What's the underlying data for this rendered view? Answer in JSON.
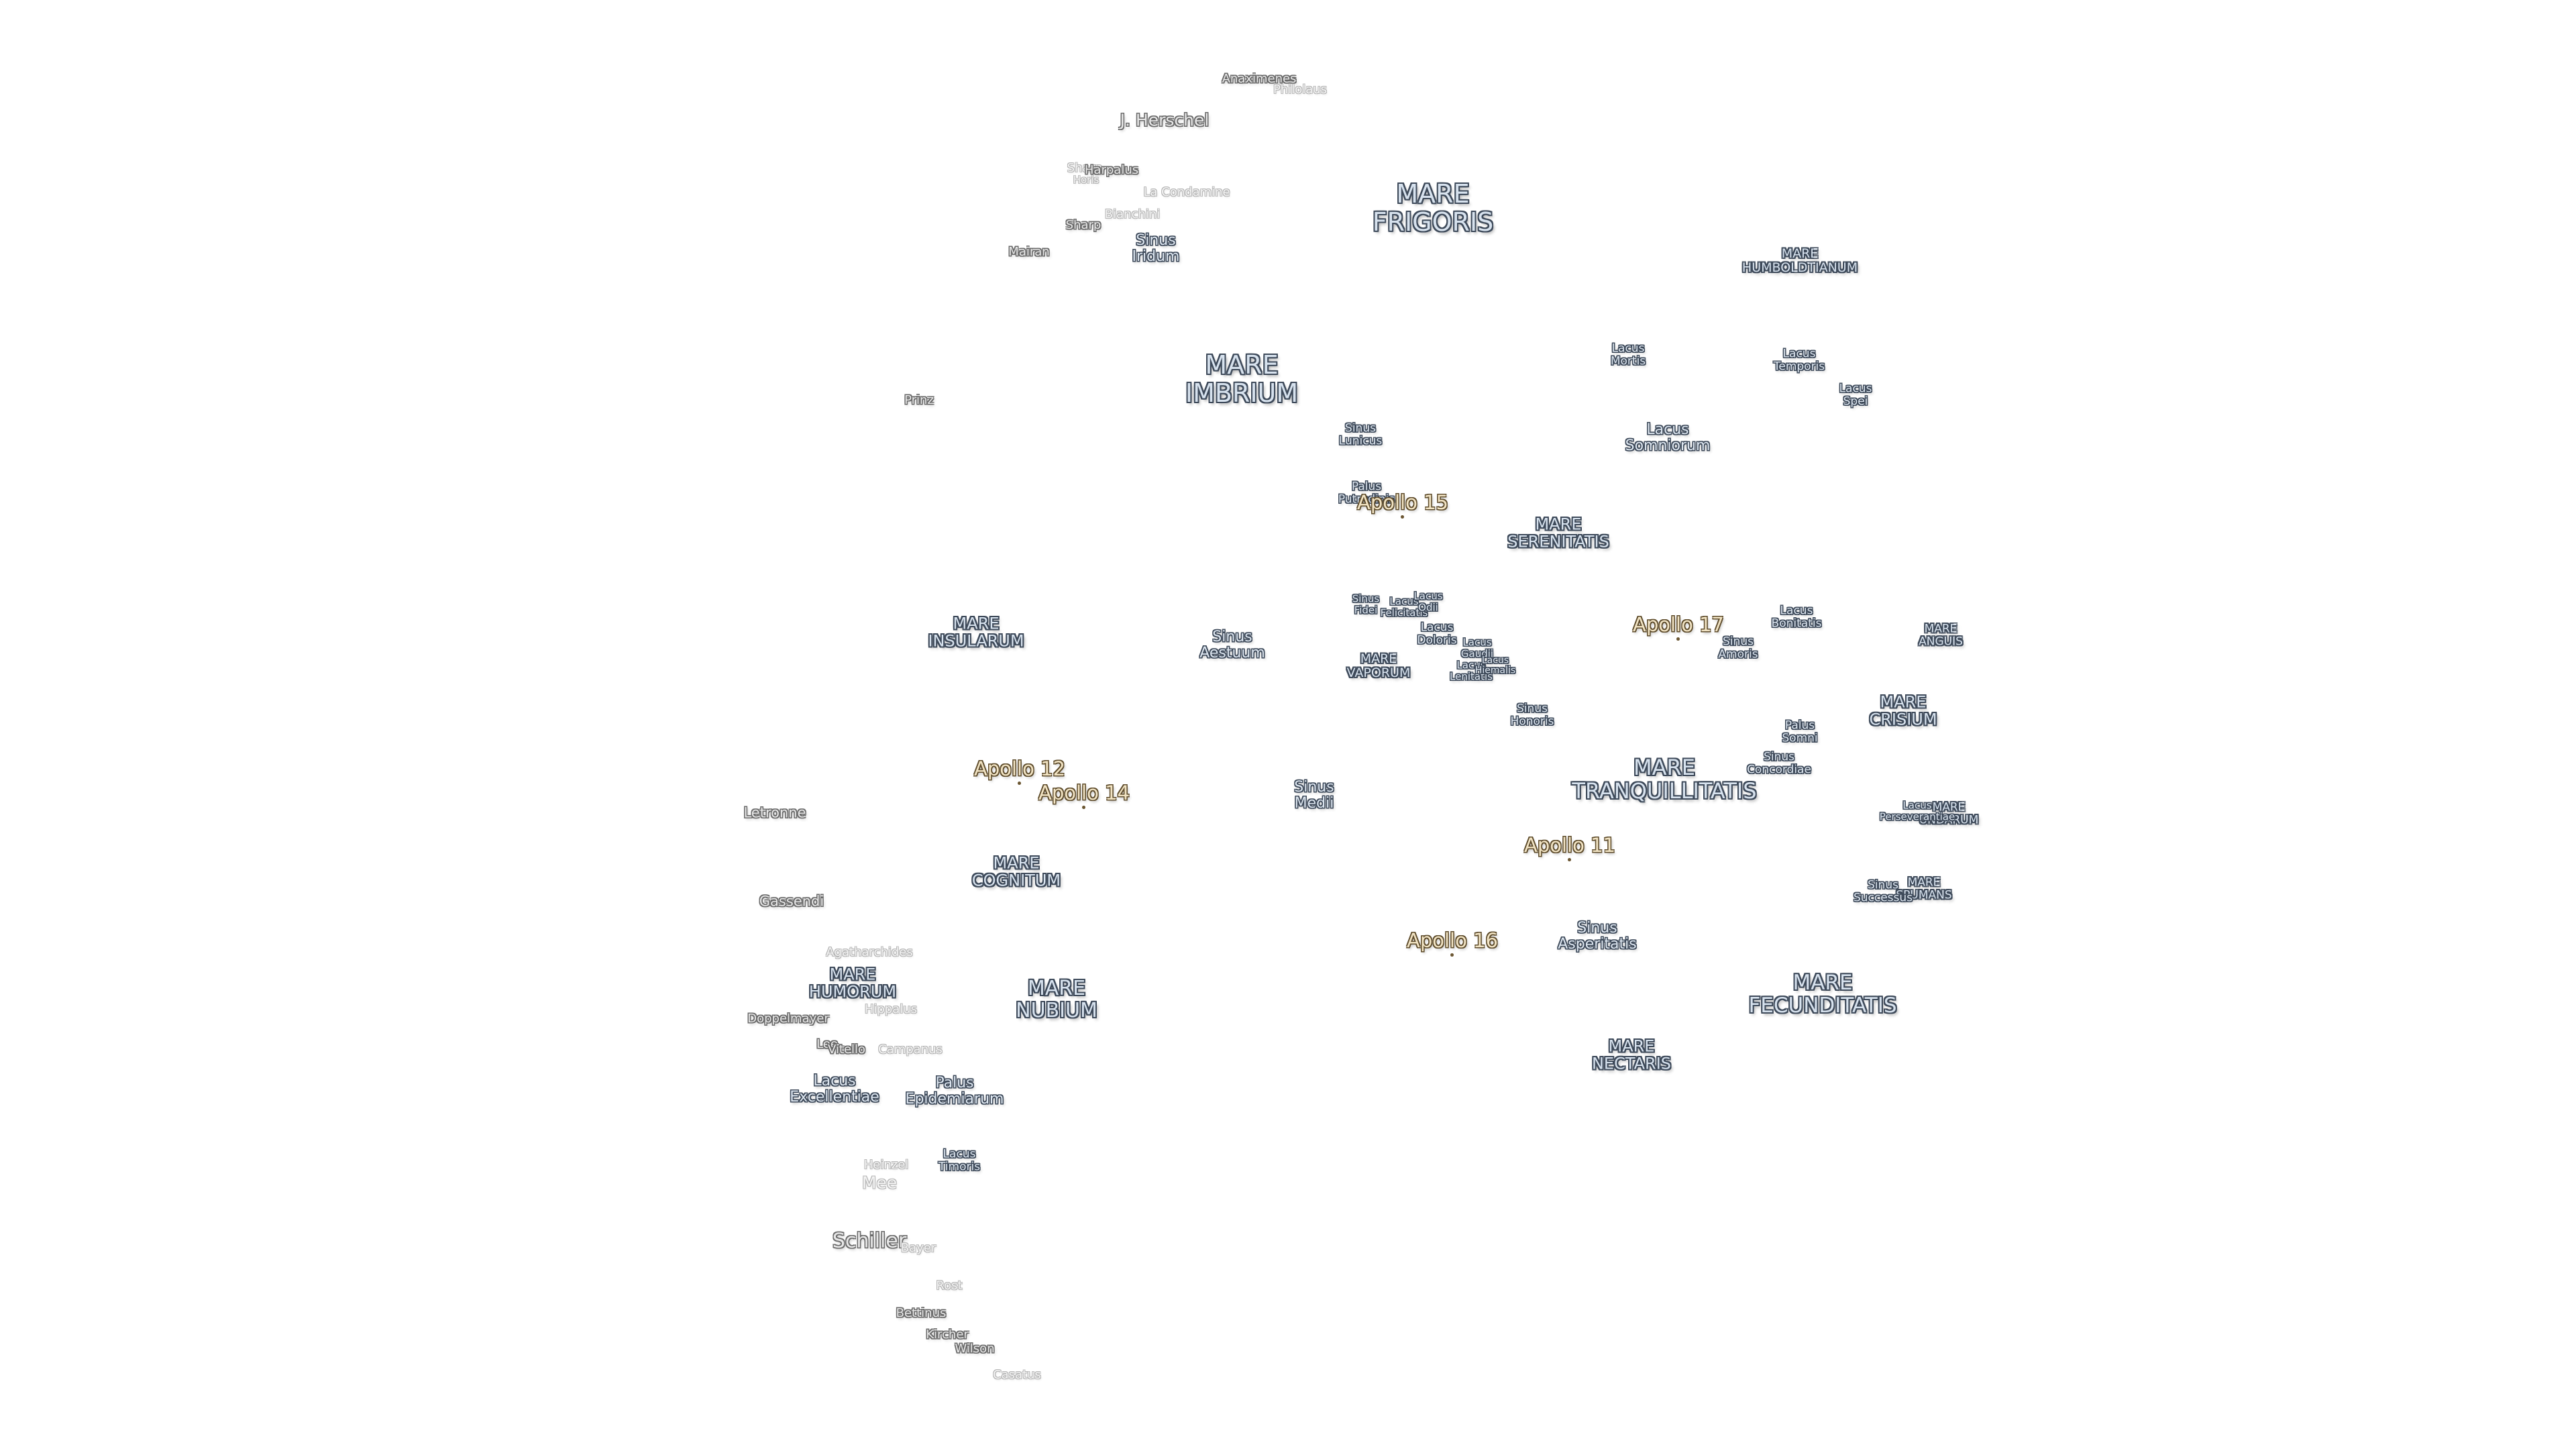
{
  "map": {
    "maria": [
      {
        "key": "frigoris",
        "lines": [
          "MARE",
          "FRIGORIS"
        ]
      },
      {
        "key": "imbrium",
        "lines": [
          "MARE",
          "IMBRIUM"
        ]
      },
      {
        "key": "serenitatis",
        "lines": [
          "MARE",
          "SERENITATIS"
        ]
      },
      {
        "key": "insularum",
        "lines": [
          "MARE",
          "INSULARUM"
        ]
      },
      {
        "key": "vaporum",
        "lines": [
          "MARE",
          "VAPORUM"
        ]
      },
      {
        "key": "tranquillitatis",
        "lines": [
          "MARE",
          "TRANQUILLITATIS"
        ]
      },
      {
        "key": "crisium",
        "lines": [
          "MARE",
          "CRISIUM"
        ]
      },
      {
        "key": "cognitum",
        "lines": [
          "MARE",
          "COGNITUM"
        ]
      },
      {
        "key": "nubium",
        "lines": [
          "MARE",
          "NUBIUM"
        ]
      },
      {
        "key": "humorum",
        "lines": [
          "MARE",
          "HUMORUM"
        ]
      },
      {
        "key": "fecunditatis",
        "lines": [
          "MARE",
          "FECUNDITATIS"
        ]
      },
      {
        "key": "nectaris",
        "lines": [
          "MARE",
          "NECTARIS"
        ]
      },
      {
        "key": "humboldtianum",
        "lines": [
          "MARE",
          "HUMBOLDTIANUM"
        ]
      },
      {
        "key": "anguis",
        "lines": [
          "MARE",
          "ANGUIS"
        ]
      },
      {
        "key": "undarum",
        "lines": [
          "MARE",
          "UNDARUM"
        ]
      },
      {
        "key": "spumans",
        "lines": [
          "MARE",
          "SPUMANS"
        ]
      }
    ],
    "features": [
      {
        "key": "sinus-iridum",
        "lines": [
          "Sinus",
          "Iridum"
        ]
      },
      {
        "key": "lacus-mortis",
        "lines": [
          "Lacus",
          "Mortis"
        ]
      },
      {
        "key": "lacus-temporis",
        "lines": [
          "Lacus",
          "Temporis"
        ]
      },
      {
        "key": "lacus-spei",
        "lines": [
          "Lacus",
          "Spei"
        ]
      },
      {
        "key": "sinus-lunicus",
        "lines": [
          "Sinus",
          "Lunicus"
        ]
      },
      {
        "key": "lacus-somniorum",
        "lines": [
          "Lacus",
          "Somniorum"
        ]
      },
      {
        "key": "palus-putredinis",
        "lines": [
          "Palus",
          "Putredinis"
        ]
      },
      {
        "key": "sinus-fidei",
        "lines": [
          "Sinus",
          "Fidei"
        ]
      },
      {
        "key": "lacus-felicitatis",
        "lines": [
          "Lacus",
          "Felicitatis"
        ]
      },
      {
        "key": "lacus-odii",
        "lines": [
          "Lacus",
          "Odii"
        ]
      },
      {
        "key": "lacus-doloris",
        "lines": [
          "Lacus",
          "Doloris"
        ]
      },
      {
        "key": "lacus-gaudii",
        "lines": [
          "Lacus",
          "Gaudii"
        ]
      },
      {
        "key": "lacus-lenitatis",
        "lines": [
          "Lacus",
          "Lenitatis"
        ]
      },
      {
        "key": "lacus-hiemalis",
        "lines": [
          "Lacus",
          "Hiemalis"
        ]
      },
      {
        "key": "sinus-aestuum",
        "lines": [
          "Sinus",
          "Aestuum"
        ]
      },
      {
        "key": "lacus-bonitatis",
        "lines": [
          "Lacus",
          "Bonitatis"
        ]
      },
      {
        "key": "sinus-amoris",
        "lines": [
          "Sinus",
          "Amoris"
        ]
      },
      {
        "key": "sinus-honoris",
        "lines": [
          "Sinus",
          "Honoris"
        ]
      },
      {
        "key": "palus-somni",
        "lines": [
          "Palus",
          "Somni"
        ]
      },
      {
        "key": "sinus-concordiae",
        "lines": [
          "Sinus",
          "Concordiae"
        ]
      },
      {
        "key": "sinus-medii",
        "lines": [
          "Sinus",
          "Medii"
        ]
      },
      {
        "key": "lacus-perseverantiae",
        "lines": [
          "Lacus",
          "Perseverantiae"
        ]
      },
      {
        "key": "sinus-successus",
        "lines": [
          "Sinus",
          "Successus"
        ]
      },
      {
        "key": "sinus-asperitatis",
        "lines": [
          "Sinus",
          "Asperitatis"
        ]
      },
      {
        "key": "lacus-excellentiae",
        "lines": [
          "Lacus",
          "Excellentiae"
        ]
      },
      {
        "key": "palus-epidemiarum",
        "lines": [
          "Palus",
          "Epidemiarum"
        ]
      },
      {
        "key": "lacus-timoris",
        "lines": [
          "Lacus",
          "Timoris"
        ]
      }
    ],
    "craters": [
      {
        "key": "anaximenes",
        "name": "Anaximenes"
      },
      {
        "key": "philolaus",
        "name": "Philolaus"
      },
      {
        "key": "j-herschel",
        "name": "J. Herschel"
      },
      {
        "key": "sharp-1",
        "name": "Sharp"
      },
      {
        "key": "harpalus",
        "name": "Harpalus"
      },
      {
        "key": "horis",
        "name": "Horis"
      },
      {
        "key": "la-condamine",
        "name": "La Condamine"
      },
      {
        "key": "bianchini",
        "name": "Bianchini"
      },
      {
        "key": "sharp-2",
        "name": "Sharp"
      },
      {
        "key": "mairan",
        "name": "Mairan"
      },
      {
        "key": "prinz",
        "name": "Prinz"
      },
      {
        "key": "letronne",
        "name": "Letronne"
      },
      {
        "key": "gassendi",
        "name": "Gassendi"
      },
      {
        "key": "agatharchides",
        "name": "Agatharchides"
      },
      {
        "key": "hippalus",
        "name": "Hippalus"
      },
      {
        "key": "doppelmayer",
        "name": "Doppelmayer"
      },
      {
        "key": "lee",
        "name": "Lee"
      },
      {
        "key": "vitello",
        "name": "Vitello"
      },
      {
        "key": "campanus",
        "name": "Campanus"
      },
      {
        "key": "heinzel",
        "name": "Heinzel"
      },
      {
        "key": "mee",
        "name": "Mee"
      },
      {
        "key": "schiller",
        "name": "Schiller"
      },
      {
        "key": "bayer",
        "name": "Bayer"
      },
      {
        "key": "rost",
        "name": "Rost"
      },
      {
        "key": "bettinus",
        "name": "Bettinus"
      },
      {
        "key": "kircher",
        "name": "Kircher"
      },
      {
        "key": "wilson",
        "name": "Wilson"
      },
      {
        "key": "casatus",
        "name": "Casatus"
      }
    ],
    "apollo": [
      {
        "key": "apollo-15",
        "name": "Apollo 15"
      },
      {
        "key": "apollo-17",
        "name": "Apollo 17"
      },
      {
        "key": "apollo-12",
        "name": "Apollo 12"
      },
      {
        "key": "apollo-14",
        "name": "Apollo 14"
      },
      {
        "key": "apollo-11",
        "name": "Apollo 11"
      },
      {
        "key": "apollo-16",
        "name": "Apollo 16"
      }
    ],
    "colors": {
      "background": "#ffffff",
      "mare_fill": "#d7e2ee",
      "mare_outline": "#3e4a5a",
      "crater_fill": "#e8e8e8",
      "crater_outline": "#6a6a6a",
      "apollo_fill": "#f2e4c4",
      "apollo_outline": "#5e4c2c"
    }
  }
}
